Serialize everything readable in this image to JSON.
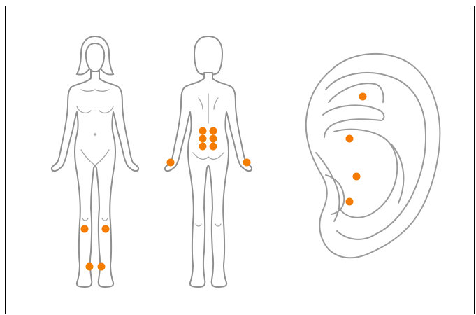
{
  "figures": [
    "front-body",
    "back-body",
    "ear"
  ],
  "point_color": "#f57c00",
  "outline_color": "#8f8f8f",
  "point_counts": {
    "front": 4,
    "back": 8,
    "ear": 4
  }
}
